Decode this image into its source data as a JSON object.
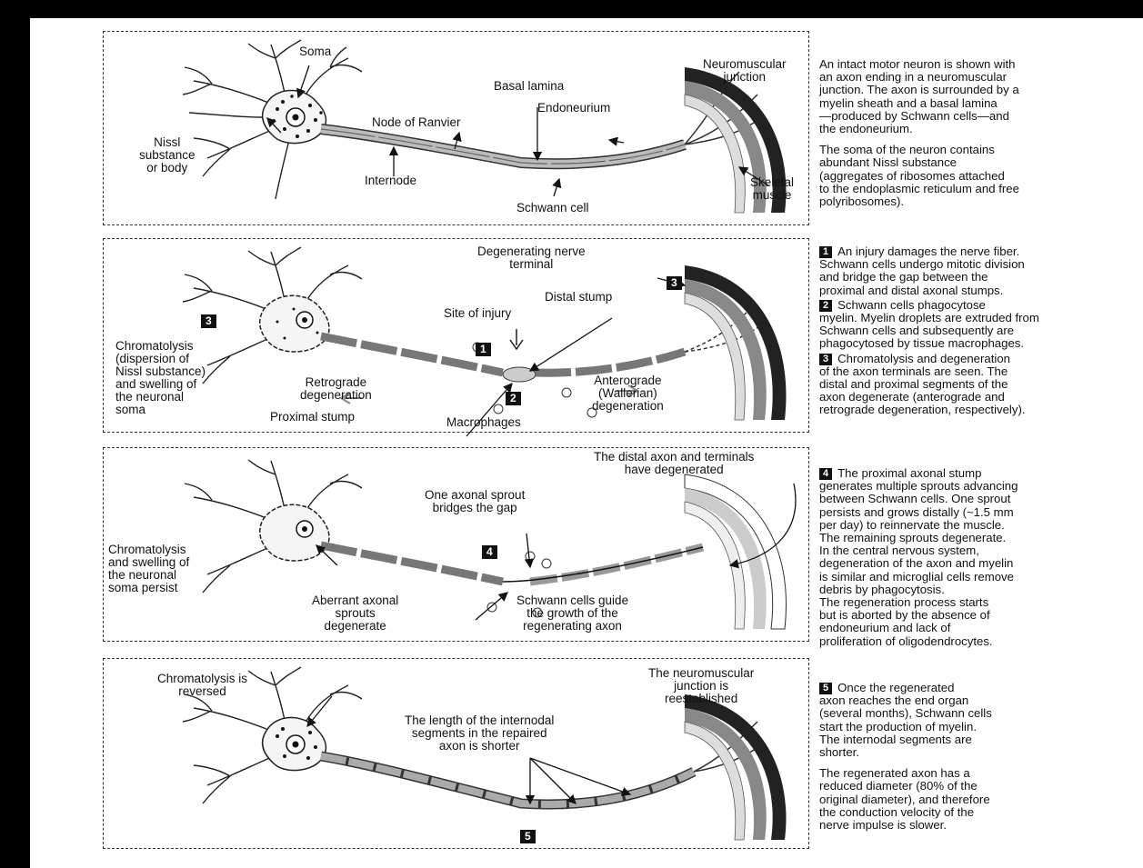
{
  "panels": [
    {
      "labels": {
        "soma": "Soma",
        "neuromuscular_junction": "Neuromuscular\njunction",
        "basal_lamina": "Basal lamina",
        "node_of_ranvier": "Node of Ranvier",
        "endoneurium": "Endoneurium",
        "nissl": "Nissl\nsubstance\nor body",
        "internode": "Internode",
        "schwann_cell": "Schwann cell",
        "skeletal_muscle": "Skeletal\nmuscle"
      },
      "description": [
        "An intact motor neuron is shown with\nan axon ending in a neuromuscular\njunction. The axon is surrounded by a\nmyelin sheath and a basal lamina\n—produced by Schwann cells—and\nthe endoneurium.",
        "The soma of the neuron contains\nabundant Nissl substance\n(aggregates of ribosomes attached\nto the endoplasmic reticulum and free\npolyribosomes)."
      ]
    },
    {
      "labels": {
        "degenerating_terminal": "Degenerating nerve\nterminal",
        "distal_stump": "Distal stump",
        "site_of_injury": "Site of injury",
        "chromatolysis": "Chromatolysis\n(dispersion of\nNissl substance)\nand swelling of\nthe neuronal\nsoma",
        "retrograde": "Retrograde\ndegeneration",
        "anterograde": "Anterograde\n(Wallerian)\ndegeneration",
        "proximal_stump": "Proximal stump",
        "macrophages": "Macrophages"
      },
      "badges": {
        "b1": "1",
        "b2": "2",
        "b3": "3"
      },
      "steps": [
        {
          "num": "1",
          "text": "An injury damages the nerve fiber.\nSchwann cells undergo mitotic division\nand bridge the gap between the\nproximal and distal axonal stumps."
        },
        {
          "num": "2",
          "text": "Schwann cells phagocytose\nmyelin. Myelin droplets are extruded from\nSchwann cells and subsequently are\nphagocytosed by tissue macrophages."
        },
        {
          "num": "3",
          "text": "Chromatolysis and degeneration\nof the axon terminals are seen. The\ndistal and proximal segments of the\naxon degenerate (anterograde and\nretrograde degeneration, respectively)."
        }
      ]
    },
    {
      "labels": {
        "distal_degenerated": "The distal axon and terminals\nhave degenerated",
        "one_sprout": "One axonal sprout\nbridges the gap",
        "chromatolysis_persist": "Chromatolysis\nand swelling of\nthe neuronal\nsoma persist",
        "aberrant": "Aberrant axonal\nsprouts\ndegenerate",
        "schwann_guide": "Schwann cells guide\nthe growth of the\nregenerating axon"
      },
      "badges": {
        "b4": "4"
      },
      "step": {
        "num": "4",
        "text": "The proximal axonal stump\ngenerates multiple sprouts advancing\nbetween Schwann cells. One sprout\npersists and grows distally (~1.5 mm\nper day) to reinnervate the muscle.\nThe remaining sprouts degenerate.\nIn the central nervous system,\ndegeneration of the axon and myelin\nis similar and microglial cells remove\ndebris by phagocytosis.\nThe regeneration process starts\nbut is aborted by the absence of\nendoneurium and lack of\nproliferation of oligodendrocytes."
      }
    },
    {
      "labels": {
        "chromatolysis_reversed": "Chromatolysis is\nreversed",
        "nmj_reestablished": "The neuromuscular\njunction is\nreestablished",
        "internodal_shorter": "The length of the internodal\nsegments in the repaired\naxon is shorter"
      },
      "badges": {
        "b5": "5"
      },
      "step": {
        "num": "5",
        "text": "Once the regenerated\naxon reaches the end organ\n(several months), Schwann cells\nstart the production of myelin.\nThe internodal segments are\nshorter."
      },
      "description": "The regenerated axon has a\nreduced diameter (80% of the\noriginal diameter), and therefore\nthe conduction velocity of the\nnerve impulse is slower."
    }
  ]
}
